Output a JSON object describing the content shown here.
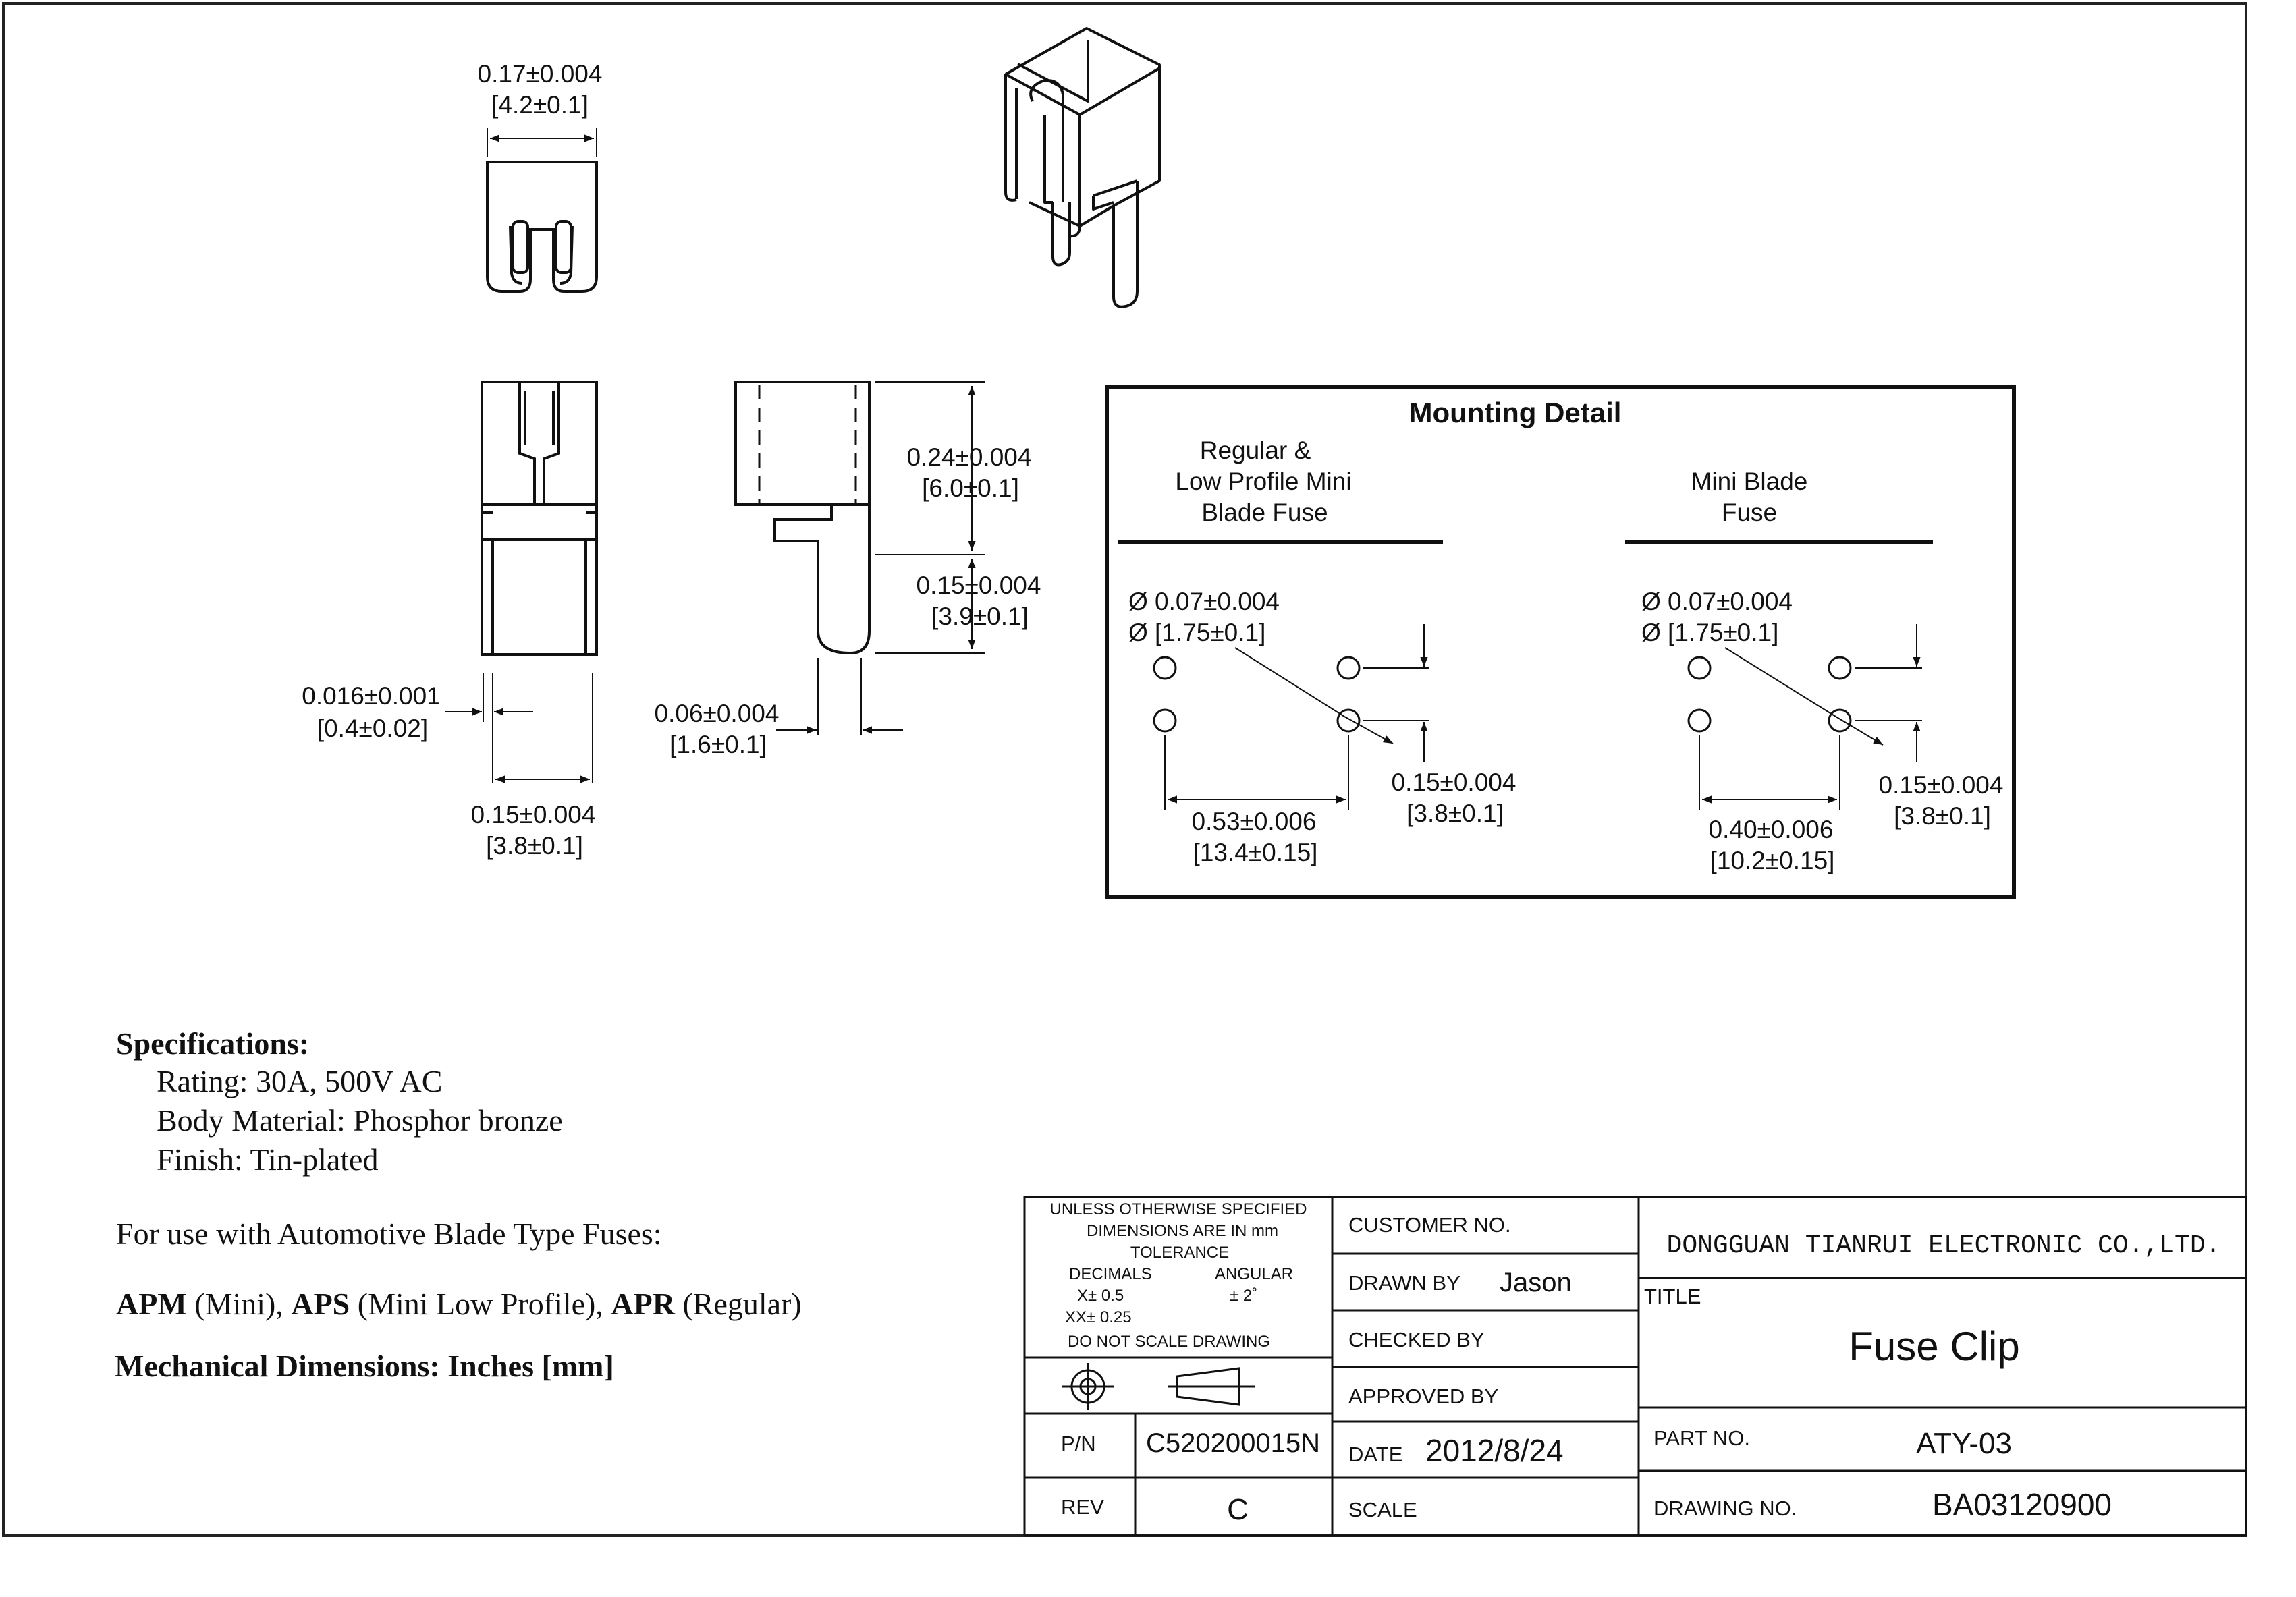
{
  "dimensions": {
    "top_width": "0.17±0.004",
    "top_width_mm": "[4.2±0.1]",
    "height_upper": "0.24±0.004",
    "height_upper_mm": "[6.0±0.1]",
    "height_lower": "0.15±0.004",
    "height_lower_mm": "[3.9±0.1]",
    "thickness": "0.016±0.001",
    "thickness_mm": "[0.4±0.02]",
    "pin_width": "0.06±0.004",
    "pin_width_mm": "[1.6±0.1]",
    "pin_spacing": "0.15±0.004",
    "pin_spacing_mm": "[3.8±0.1]"
  },
  "mounting_detail": {
    "title": "Mounting Detail",
    "left": {
      "heading_lines": [
        "Regular &",
        "Low Profile Mini",
        "Blade  Fuse"
      ],
      "hole_dia": "Ø 0.07±0.004",
      "hole_dia_mm": "Ø  [1.75±0.1]",
      "span": "0.53±0.006",
      "span_mm": "[13.4±0.15]",
      "pitch": "0.15±0.004",
      "pitch_mm": "[3.8±0.1]"
    },
    "right": {
      "heading_lines": [
        "Mini Blade",
        "Fuse"
      ],
      "hole_dia": "Ø 0.07±0.004",
      "hole_dia_mm": "Ø  [1.75±0.1]",
      "span": "0.40±0.006",
      "span_mm": "[10.2±0.15]",
      "pitch": "0.15±0.004",
      "pitch_mm": "[3.8±0.1]"
    }
  },
  "specs": {
    "heading": "Specifications:",
    "rating": "Rating:  30A, 500V AC",
    "body": "Body Material:  Phosphor bronze",
    "finish": "Finish: Tin-plated",
    "usage": "For use with Automotive Blade Type Fuses:",
    "apm": "APM",
    "apm_t": " (Mini), ",
    "aps": "APS",
    "aps_t": " (Mini Low Profile), ",
    "apr": "APR",
    "apr_t": " (Regular)",
    "mech": "Mechanical Dimensions:  Inches [mm]"
  },
  "title_block": {
    "unless": "UNLESS OTHERWISE SPECIFIED",
    "dims_in": "DIMENSIONS ARE IN mm",
    "tolerance": "TOLERANCE",
    "decimals": "DECIMALS",
    "angular": "ANGULAR",
    "x_tol": "X±  0.5",
    "ang_tol": "±  2˚",
    "xx_tol": "XX± 0.25",
    "no_scale": "DO NOT SCALE DRAWING",
    "pn_label": "P/N",
    "pn_value": "C520200015N",
    "rev_label": "REV",
    "rev_value": "C",
    "customer_no": "CUSTOMER NO.",
    "drawn_by": "DRAWN BY",
    "drawn_by_value": "Jason",
    "checked_by": "CHECKED BY",
    "approved_by": "APPROVED BY",
    "date_label": "DATE",
    "date_value": "2012/8/24",
    "scale_label": "SCALE",
    "company": "DONGGUAN TIANRUI ELECTRONIC CO.,LTD.",
    "title_label": "TITLE",
    "title_value": "Fuse Clip",
    "part_no_label": "PART NO.",
    "part_no_value": "ATY-03",
    "drawing_no_label": "DRAWING NO.",
    "drawing_no_value": "BA03120900"
  }
}
